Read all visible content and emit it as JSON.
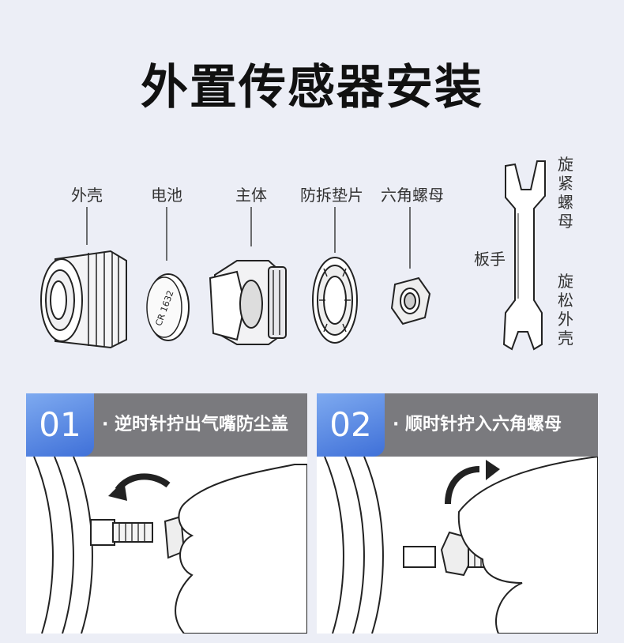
{
  "title": "外置传感器安装",
  "parts": {
    "shell": "外壳",
    "battery": "电池",
    "body": "主体",
    "anti_theft": "防拆垫片",
    "hex_nut": "六角螺母",
    "battery_mark": "CR 1632"
  },
  "wrench": {
    "label": "板手",
    "tighten": "旋紧螺母",
    "loosen": "旋松外壳"
  },
  "steps": [
    {
      "number": "01",
      "text": "· 逆时针拧出气嘴防尘盖"
    },
    {
      "number": "02",
      "text": "· 顺时针拧入六角螺母"
    }
  ]
}
